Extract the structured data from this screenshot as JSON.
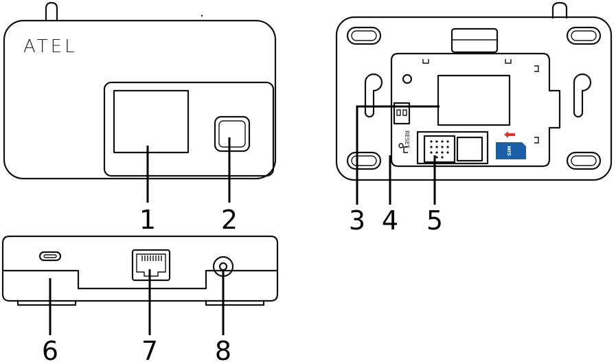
{
  "brand": "ATEL",
  "reset_label": "RESET",
  "sim_label": "SIM",
  "colors": {
    "stroke": "#111111",
    "sim_card": "#1a5fa8",
    "arrow": "#e8302a",
    "background": "#ffffff"
  },
  "callouts": {
    "c1": "1",
    "c2": "2",
    "c3": "3",
    "c4": "4",
    "c5": "5",
    "c6": "6",
    "c7": "7",
    "c8": "8"
  }
}
